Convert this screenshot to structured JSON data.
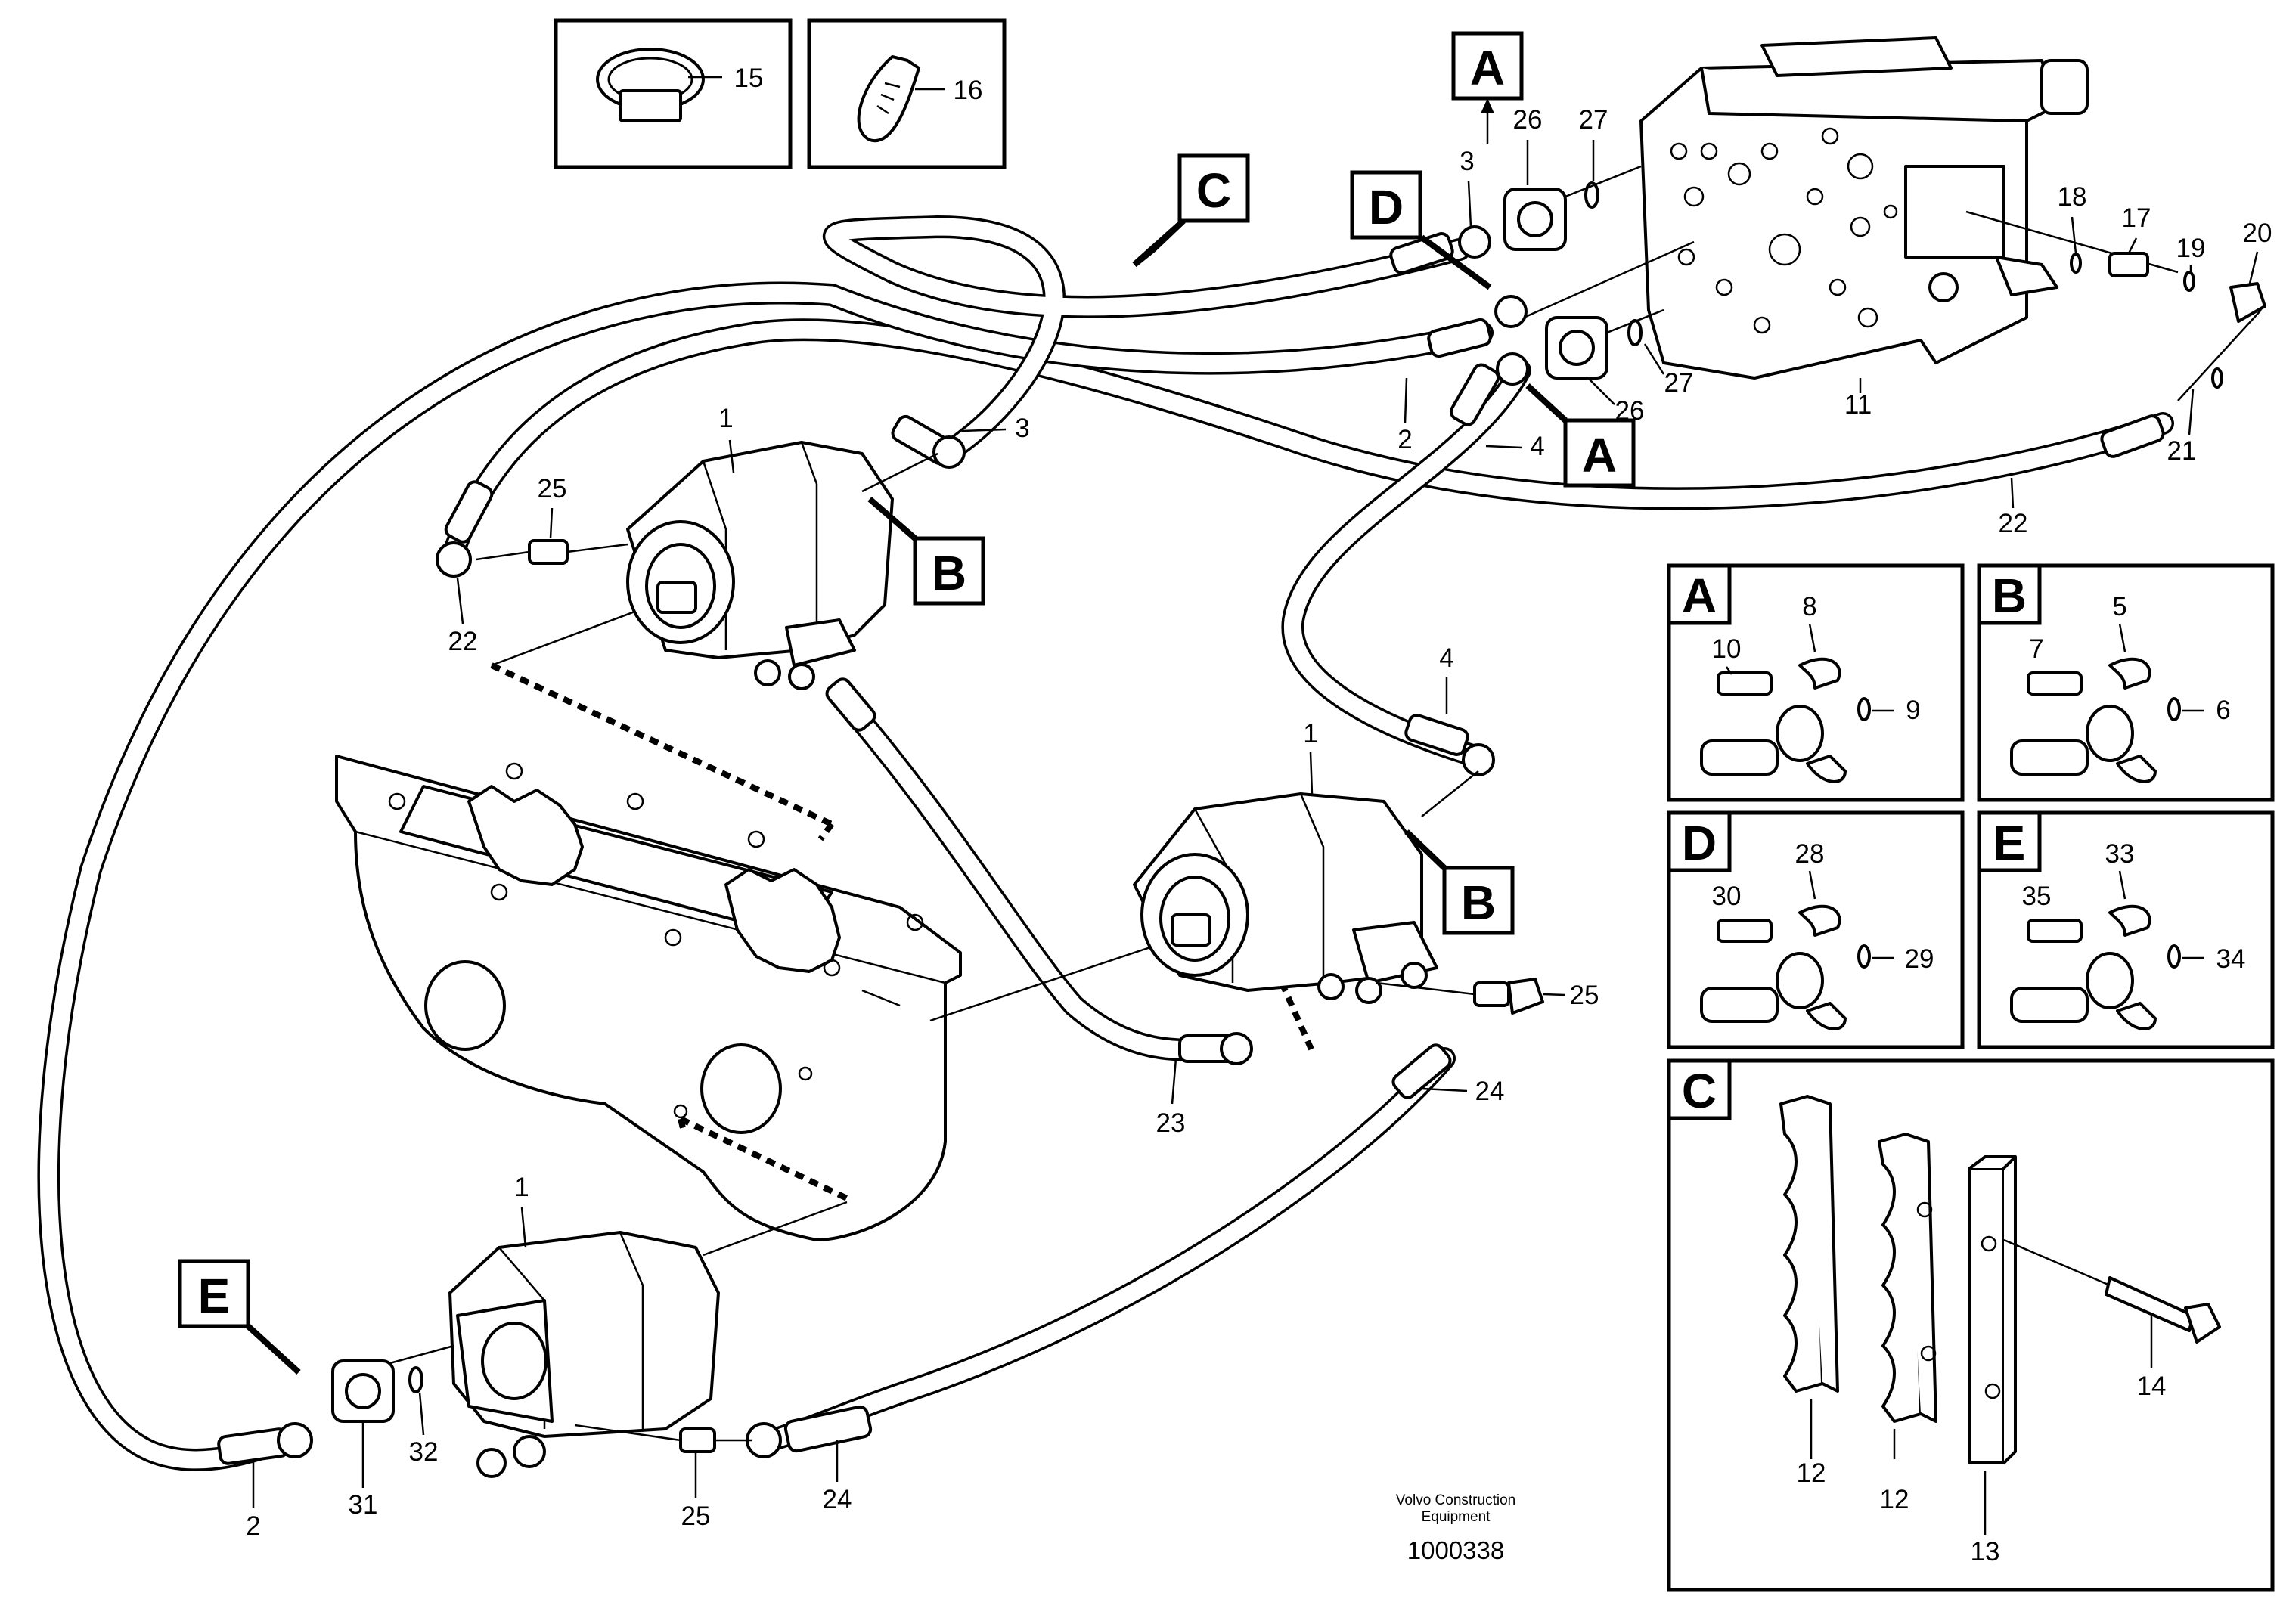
{
  "callouts": {
    "c1": "15",
    "c2": "16",
    "c3": "26",
    "c4": "27",
    "c5": "3",
    "c6": "18",
    "c7": "17",
    "c8": "19",
    "c9": "20",
    "c10": "3",
    "c11": "27",
    "c12": "26",
    "c13": "2",
    "c14": "4",
    "c15": "11",
    "c16": "21",
    "c17": "22",
    "c18": "1",
    "c19": "25",
    "c20": "22",
    "c21": "4",
    "c22": "1",
    "c23": "25",
    "c24": "23",
    "c25": "24",
    "c26": "1",
    "c27": "2",
    "c28": "31",
    "c29": "32",
    "c30": "25",
    "c31": "24"
  },
  "letter_tags": {
    "t1": "A",
    "t2": "C",
    "t3": "D",
    "t4": "A",
    "t5": "B",
    "t6": "B",
    "t7": "E"
  },
  "detail_panels": {
    "panel_a": {
      "letter": "A",
      "bolt": "10",
      "clamp": "8",
      "oring": "9"
    },
    "panel_b": {
      "letter": "B",
      "bolt": "7",
      "clamp": "5",
      "oring": "6"
    },
    "panel_d": {
      "letter": "D",
      "bolt": "30",
      "clamp": "28",
      "oring": "29"
    },
    "panel_e": {
      "letter": "E",
      "bolt": "35",
      "clamp": "33",
      "oring": "34"
    },
    "panel_c": {
      "letter": "C",
      "clamp_left": "12",
      "clamp_right": "12",
      "plate": "13",
      "screw": "14"
    }
  },
  "footer": {
    "company_line1": "Volvo Construction",
    "company_line2": "Equipment",
    "figure_number": "1000338"
  },
  "colors": {
    "ink": "#000000",
    "paper": "#ffffff"
  },
  "icons": {
    "hose_clamp": "hose-clamp-icon",
    "cable_tie": "cable-tie-icon",
    "callout_arrow": "callout-arrow-icon"
  }
}
